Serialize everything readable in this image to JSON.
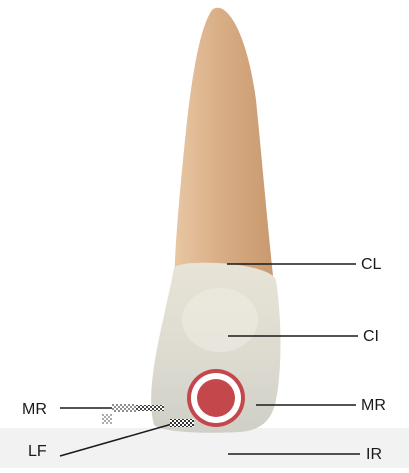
{
  "labels": {
    "cl": "CL",
    "ci": "CI",
    "mr_right": "MR",
    "ir": "IR",
    "mr_left": "MR",
    "lf": "LF"
  },
  "colors": {
    "root": "#d9ae86",
    "crown": "#e4e2d8",
    "lesion_fill": "#c4474b",
    "lesion_ring": "#ffffff",
    "leader_line": "#1a1a1a"
  },
  "icons": {
    "left_marker": "checkered-marker-icon"
  }
}
